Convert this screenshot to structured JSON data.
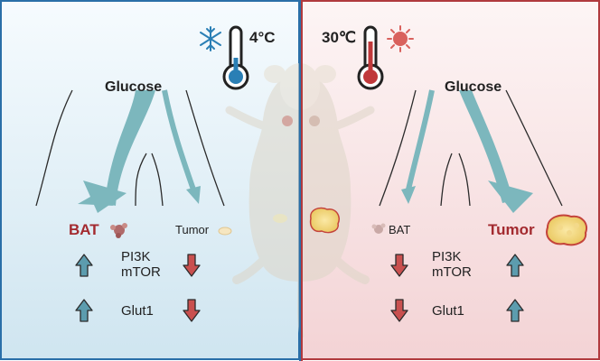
{
  "left_panel": {
    "temperature": "4°C",
    "glucose_label": "Glucose",
    "bat_label": "BAT",
    "tumor_label": "Tumor",
    "pathway_label": "PI3K\nmTOR",
    "transporter_label": "Glut1",
    "pathway_arrows": {
      "bat": "up",
      "tumor": "down"
    },
    "transporter_arrows": {
      "bat": "up",
      "tumor": "down"
    }
  },
  "right_panel": {
    "temperature": "30℃",
    "glucose_label": "Glucose",
    "bat_label": "BAT",
    "tumor_label": "Tumor",
    "pathway_label": "PI3K\nmTOR",
    "transporter_label": "Glut1",
    "pathway_arrows": {
      "bat": "down",
      "tumor": "up"
    },
    "transporter_arrows": {
      "bat": "down",
      "tumor": "up"
    }
  },
  "colors": {
    "left_border": "#2a6fa8",
    "right_border": "#b03a3e",
    "up_arrow": "#5c9cae",
    "down_arrow": "#c9504f",
    "glucose_flow": "#7cb7bd",
    "highlight_text": "#a32a2f"
  },
  "icons": {
    "cold": "snowflake-icon",
    "cold_thermometer": "thermometer-cold-icon",
    "warm": "sun-icon",
    "warm_thermometer": "thermometer-warm-icon"
  }
}
